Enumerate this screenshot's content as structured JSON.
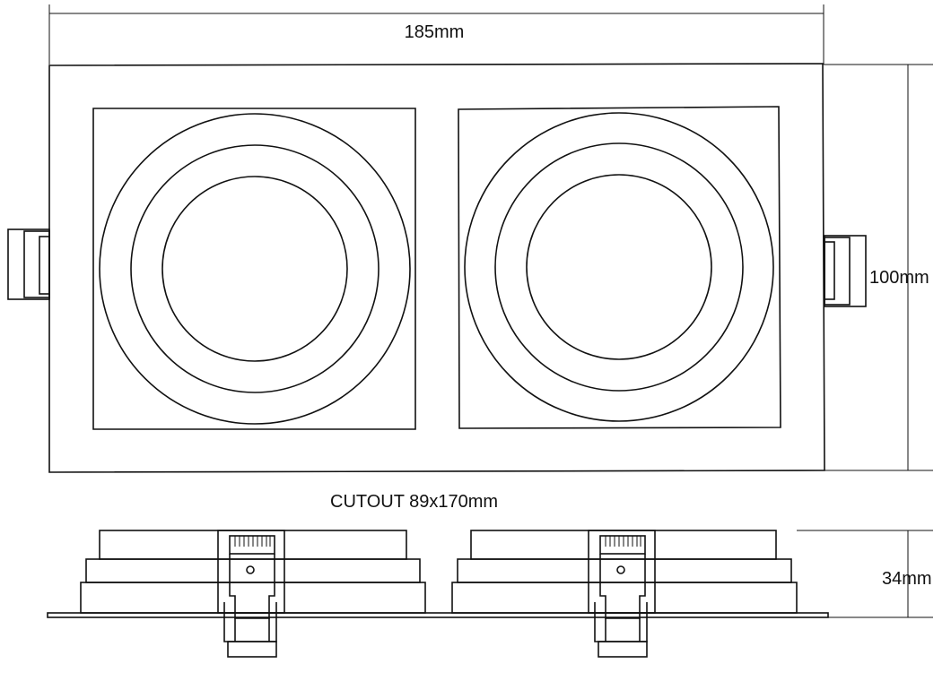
{
  "dimensions": {
    "width_label": "185mm",
    "height_label": "100mm",
    "depth_label": "34mm",
    "cutout_label": "CUTOUT 89x170mm"
  },
  "fixture": {
    "lamp_heads": 2,
    "rings_per_head": 3
  },
  "colors": {
    "line": "#111111",
    "background": "#ffffff"
  }
}
